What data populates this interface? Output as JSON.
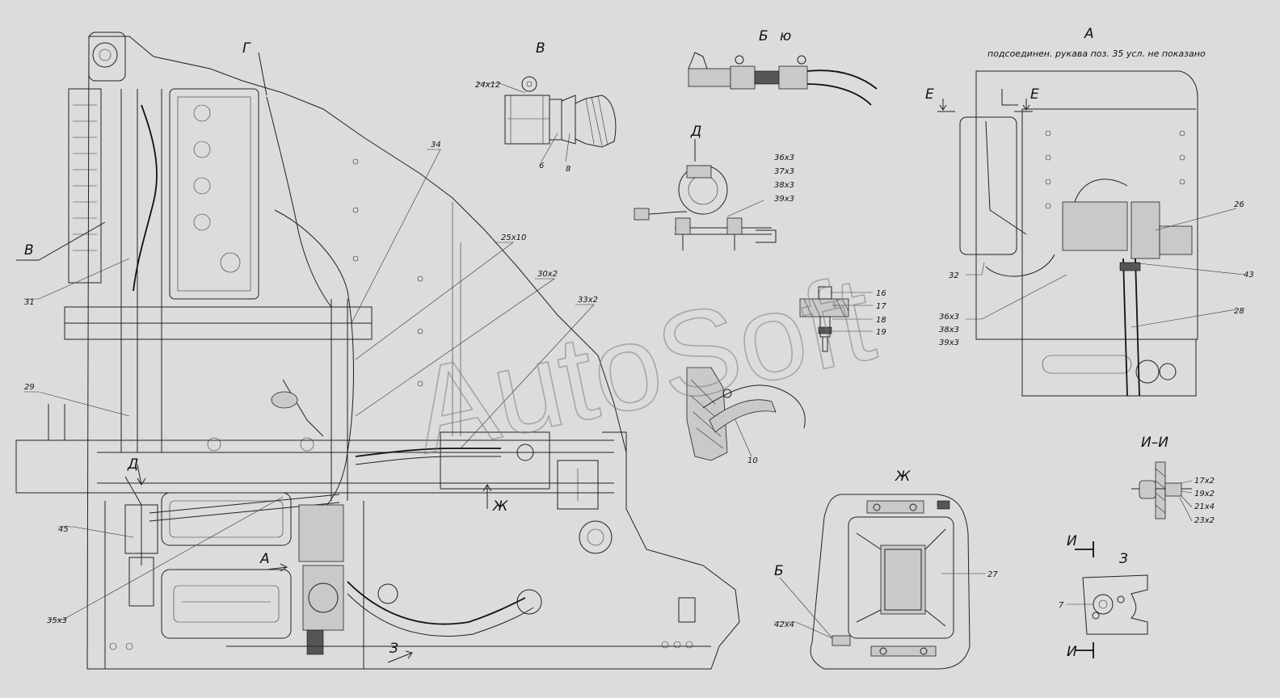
{
  "views": {
    "A": "А",
    "B": "Б",
    "V": "В",
    "G": "Г",
    "D": "Д",
    "E": "Е",
    "Zh": "Ж",
    "Z": "З",
    "I": "И",
    "II": "И–И"
  },
  "notes": {
    "a_note": "подсоединен. рукава поз. 35 усл. не показано"
  },
  "callouts": {
    "p24x12": "24х12",
    "p6": "6",
    "p8": "8",
    "p34": "34",
    "p25x10": "25х10",
    "p30x2": "30х2",
    "p33x2": "33х2",
    "p31": "31",
    "p29": "29",
    "p45": "45",
    "p35x3": "35х3",
    "p36x3": "36х3",
    "p37x3": "37х3",
    "p38x3": "38х3",
    "p39x3": "39х3",
    "p16": "16",
    "p17": "17",
    "p18": "18",
    "p19": "19",
    "p10": "10",
    "p26": "26",
    "p32": "32",
    "p43": "43",
    "p28": "28",
    "p27": "27",
    "p42x4": "42х4",
    "p17x2": "17х2",
    "p19x2": "19х2",
    "p21x4": "21х4",
    "p23x2": "23х2",
    "p7": "7"
  },
  "watermark": "AutoSoft"
}
